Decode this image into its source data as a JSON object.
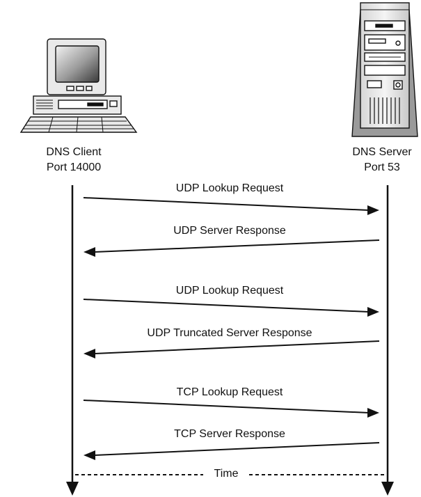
{
  "client": {
    "name": "DNS Client",
    "port": "Port 14000"
  },
  "server": {
    "name": "DNS Server",
    "port": "Port 53"
  },
  "messages": [
    {
      "label": "UDP Lookup Request",
      "direction": "client-to-server"
    },
    {
      "label": "UDP Server Response",
      "direction": "server-to-client"
    },
    {
      "label": "UDP Lookup Request",
      "direction": "client-to-server"
    },
    {
      "label": "UDP Truncated Server Response",
      "direction": "server-to-client"
    },
    {
      "label": "TCP Lookup Request",
      "direction": "client-to-server"
    },
    {
      "label": "TCP Server Response",
      "direction": "server-to-client"
    }
  ],
  "time_label": "Time"
}
